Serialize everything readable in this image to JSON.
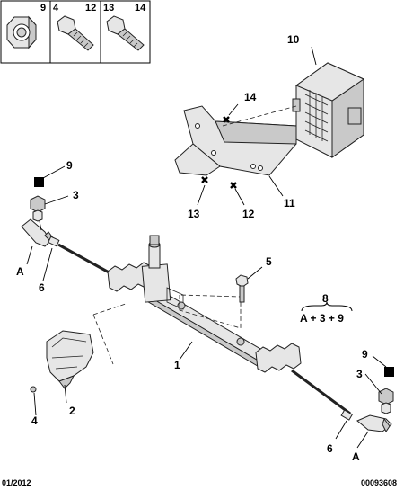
{
  "inset": {
    "boxes": [
      {
        "labels": [
          "9"
        ],
        "icon": "nut-icon"
      },
      {
        "labels": [
          "4",
          "12"
        ],
        "icon": "bolt-icon"
      },
      {
        "labels": [
          "13",
          "14"
        ],
        "icon": "bolt-icon"
      }
    ]
  },
  "callouts": {
    "c10": "10",
    "c14": "14",
    "c13": "13",
    "c12": "12",
    "c11": "11",
    "c9_left": "9",
    "c3_left": "3",
    "cA_left": "A",
    "c6_left": "6",
    "c5": "5",
    "c8": "8",
    "c1": "1",
    "c2": "2",
    "c4": "4",
    "c9_right": "9",
    "c3_right": "3",
    "c6_right": "6",
    "cA_right": "A"
  },
  "formula": "A + 3 + 9",
  "footer": {
    "date": "01/2012",
    "reference": "00093608"
  },
  "colors": {
    "ink": "#000000",
    "part_fill": "#e6e6e6",
    "part_shade": "#c9c9c9",
    "marker_fill": "#000000"
  }
}
